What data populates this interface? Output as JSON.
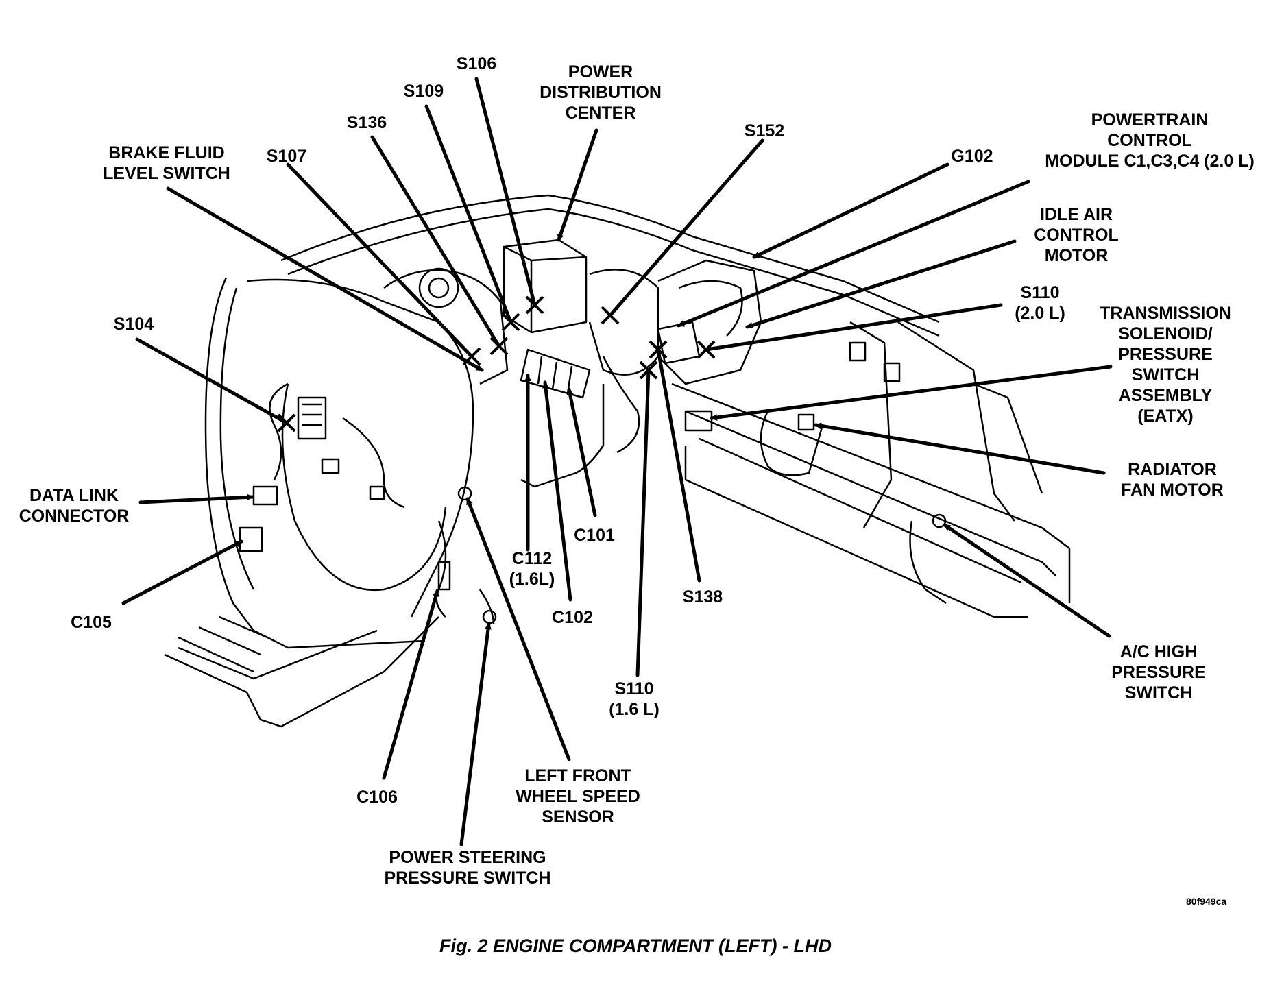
{
  "figure": {
    "caption": "Fig. 2 ENGINE COMPARTMENT (LEFT) - LHD",
    "image_code": "80f949ca"
  },
  "labels": [
    {
      "id": "s106",
      "lines": [
        "S106"
      ]
    },
    {
      "id": "s109",
      "lines": [
        "S109"
      ]
    },
    {
      "id": "pdc",
      "lines": [
        "POWER",
        "DISTRIBUTION",
        "CENTER"
      ]
    },
    {
      "id": "s136",
      "lines": [
        "S136"
      ]
    },
    {
      "id": "s152",
      "lines": [
        "S152"
      ]
    },
    {
      "id": "pcm",
      "lines": [
        "POWERTRAIN",
        "CONTROL",
        "MODULE C1,C3,C4 (2.0 L)"
      ]
    },
    {
      "id": "brake-fluid",
      "lines": [
        "BRAKE FLUID",
        "LEVEL SWITCH"
      ]
    },
    {
      "id": "s107",
      "lines": [
        "S107"
      ]
    },
    {
      "id": "g102",
      "lines": [
        "G102"
      ]
    },
    {
      "id": "iac",
      "lines": [
        "IDLE AIR",
        "CONTROL",
        "MOTOR"
      ]
    },
    {
      "id": "s110-20",
      "lines": [
        "S110",
        "(2.0 L)"
      ]
    },
    {
      "id": "s104",
      "lines": [
        "S104"
      ]
    },
    {
      "id": "trans-solenoid",
      "lines": [
        "TRANSMISSION",
        "SOLENOID/",
        "PRESSURE",
        "SWITCH",
        "ASSEMBLY",
        "(EATX)"
      ]
    },
    {
      "id": "data-link",
      "lines": [
        "DATA LINK",
        "CONNECTOR"
      ]
    },
    {
      "id": "radiator-fan",
      "lines": [
        "RADIATOR",
        "FAN MOTOR"
      ]
    },
    {
      "id": "c101",
      "lines": [
        "C101"
      ]
    },
    {
      "id": "c112",
      "lines": [
        "C112",
        "(1.6L)"
      ]
    },
    {
      "id": "c105",
      "lines": [
        "C105"
      ]
    },
    {
      "id": "s138",
      "lines": [
        "S138"
      ]
    },
    {
      "id": "c102",
      "lines": [
        "C102"
      ]
    },
    {
      "id": "ac-high",
      "lines": [
        "A/C HIGH",
        "PRESSURE",
        "SWITCH"
      ]
    },
    {
      "id": "s110-16",
      "lines": [
        "S110",
        "(1.6 L)"
      ]
    },
    {
      "id": "lf-wheel",
      "lines": [
        "LEFT FRONT",
        "WHEEL SPEED",
        "SENSOR"
      ]
    },
    {
      "id": "c106",
      "lines": [
        "C106"
      ]
    },
    {
      "id": "ps-pressure",
      "lines": [
        "POWER STEERING",
        "PRESSURE SWITCH"
      ]
    }
  ]
}
